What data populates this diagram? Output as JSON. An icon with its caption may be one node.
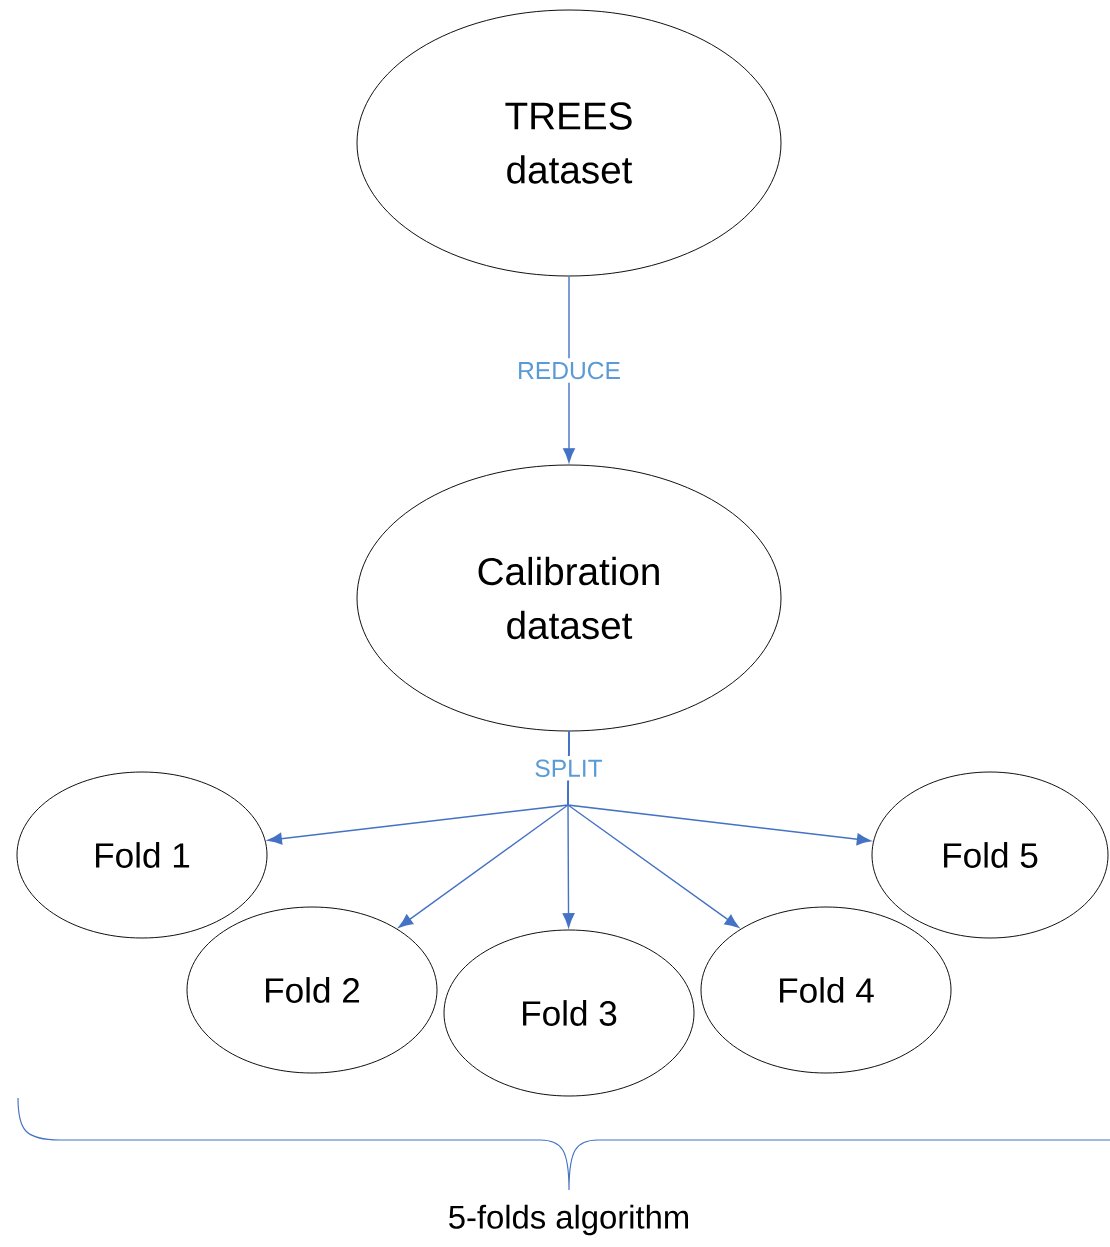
{
  "diagram": {
    "nodes": [
      {
        "text": [
          "TREES dataset"
        ]
      },
      {
        "text": [
          "Calibration dataset"
        ]
      },
      {
        "text": [
          "Fold 1"
        ]
      },
      {
        "text": [
          "Fold 2"
        ]
      },
      {
        "text": [
          "Fold 3"
        ]
      },
      {
        "text": [
          "Fold 4"
        ]
      },
      {
        "text": [
          "Fold 5"
        ]
      }
    ],
    "edges": [
      {
        "from": 0,
        "to": 1,
        "arrow": "to",
        "label": "REDUCE"
      },
      {
        "from": 1,
        "to": 2,
        "arrow": "to"
      },
      {
        "from": 1,
        "to": 3,
        "arrow": "to"
      },
      {
        "from": 1,
        "to": 4,
        "arrow": "to",
        "label": "SPLIT"
      },
      {
        "from": 1,
        "to": 5,
        "arrow": "to"
      },
      {
        "from": 1,
        "to": 6,
        "arrow": "to"
      }
    ],
    "labels": [
      "5-folds algorithm"
    ]
  }
}
